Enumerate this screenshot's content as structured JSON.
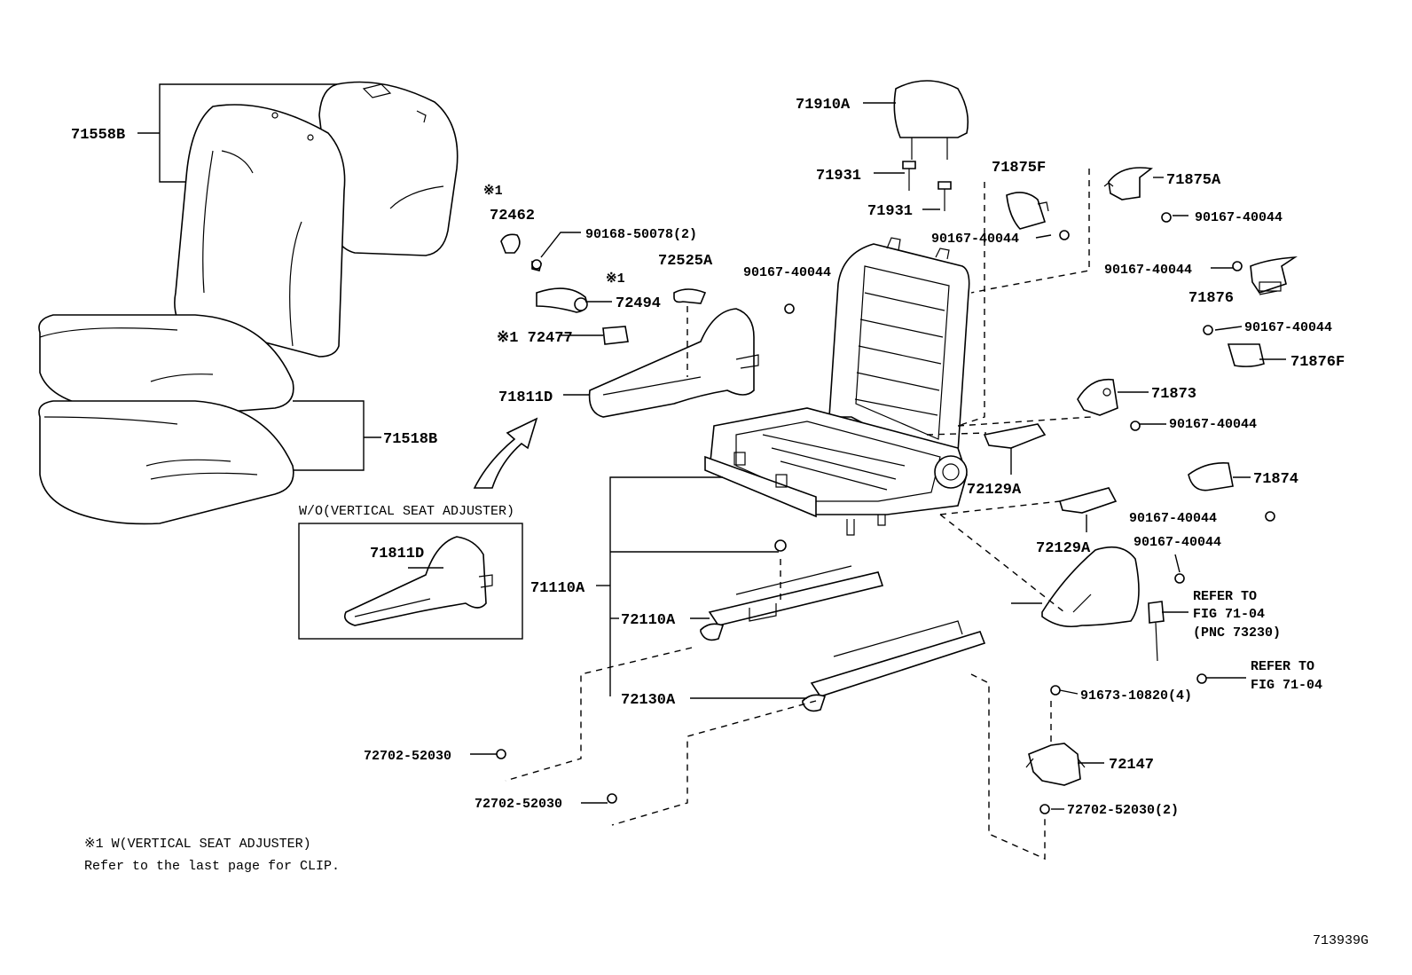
{
  "diagram_id": "713939G",
  "labels": {
    "p71558B": "71558B",
    "p71518B": "71518B",
    "p72462_mark": "※1",
    "p72462": "72462",
    "p90168": "90168-50078(2)",
    "p72494_mark": "※1",
    "p72494": "72494",
    "p72525A": "72525A",
    "p72477": "※1 72477",
    "p90167_a": "90167-40044",
    "p71811D": "71811D",
    "p71811D_box": "71811D",
    "p71910A": "71910A",
    "p71931_a": "71931",
    "p71931_b": "71931",
    "p71875F": "71875F",
    "p90167_b": "90167-40044",
    "p71875A": "71875A",
    "p90167_c": "90167-40044",
    "p90167_d": "90167-40044",
    "p71876": "71876",
    "p90167_e": "90167-40044",
    "p71876F": "71876F",
    "p71873": "71873",
    "p90167_f": "90167-40044",
    "p72129A_a": "72129A",
    "p71874": "71874",
    "p90167_g": "90167-40044",
    "p72129A_b": "72129A",
    "p90167_h": "90167-40044",
    "p71110A": "71110A",
    "p72110A": "72110A",
    "p72130A": "72130A",
    "refer1_a": "REFER TO",
    "refer1_b": "FIG 71-04",
    "refer1_c": "(PNC 73230)",
    "refer2_a": "REFER TO",
    "refer2_b": "FIG 71-04",
    "p91673": "91673-10820(4)",
    "p72147": "72147",
    "p72702_a": "72702-52030",
    "p72702_b": "72702-52030",
    "p72702_c": "72702-52030(2)"
  },
  "box_title": "W/O(VERTICAL SEAT ADJUSTER)",
  "notes": {
    "note1": "※1 W(VERTICAL SEAT ADJUSTER)",
    "note2": "Refer to the last page for CLIP."
  }
}
